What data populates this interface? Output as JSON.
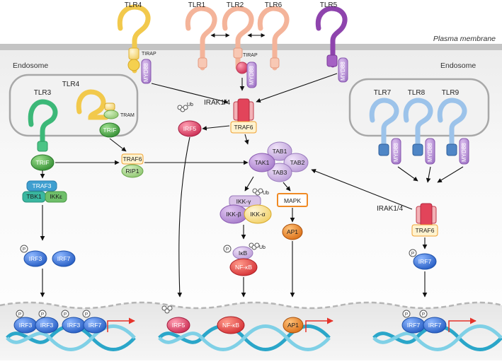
{
  "labels": {
    "plasma_membrane": "Plasma membrane",
    "endosome_left": "Endosome",
    "endosome_right": "Endosome"
  },
  "receptors": {
    "tlr4": "TLR4",
    "tlr1": "TLR1",
    "tlr2": "TLR2",
    "tlr6": "TLR6",
    "tlr5": "TLR5",
    "tlr3": "TLR3",
    "tlr4_endo": "TLR4",
    "tlr7": "TLR7",
    "tlr8": "TLR8",
    "tlr9": "TLR9"
  },
  "adaptors": {
    "tirap": "TIRAP",
    "myd88": "MYD88",
    "tram": "TRAM",
    "trif": "TRIF"
  },
  "nodes": {
    "irak14": "IRAK1/4",
    "traf6": "TRAF6",
    "irf5": "IRF5",
    "ub": "Ub",
    "rip1": "RIP1",
    "tak1": "TAK1",
    "tab1": "TAB1",
    "tab2": "TAB2",
    "tab3": "TAB3",
    "traf3": "TRAF3",
    "tbk1": "TBK1",
    "ikke": "IKKε",
    "irf3": "IRF3",
    "irf7": "IRF7",
    "ikk_gamma": "IKK-γ",
    "ikk_beta": "IKK-β",
    "ikk_alpha": "IKK-α",
    "ikb": "IκB",
    "nfkb": "NF-κB",
    "mapk": "MAPK",
    "ap1": "AP1",
    "p": "P"
  },
  "colors": {
    "tlr4": "#f2c94c",
    "tlr126": "#f4b49a",
    "tlr5": "#8e44ad",
    "tlr3": "#3cb878",
    "endo_tlr": "#9cc3ea",
    "myd88": "#a25bb8",
    "trif": "#3a9b3a",
    "traf6_fill": "#fff3cf",
    "traf6_border": "#f0a030",
    "irf": "#2f6fd6",
    "irf5": "#e2456d",
    "nfkb": "#e8454d",
    "ap1": "#e07a1e",
    "mapk": "#f08a24",
    "tab": "#b588d6",
    "traf3": "#3f9fd0",
    "tbk1": "#3ab7a0",
    "ikke": "#6fbf6a",
    "membrane": "#c8c8c8",
    "dna1": "#2aa6c9",
    "dna2": "#7fd0e6"
  }
}
